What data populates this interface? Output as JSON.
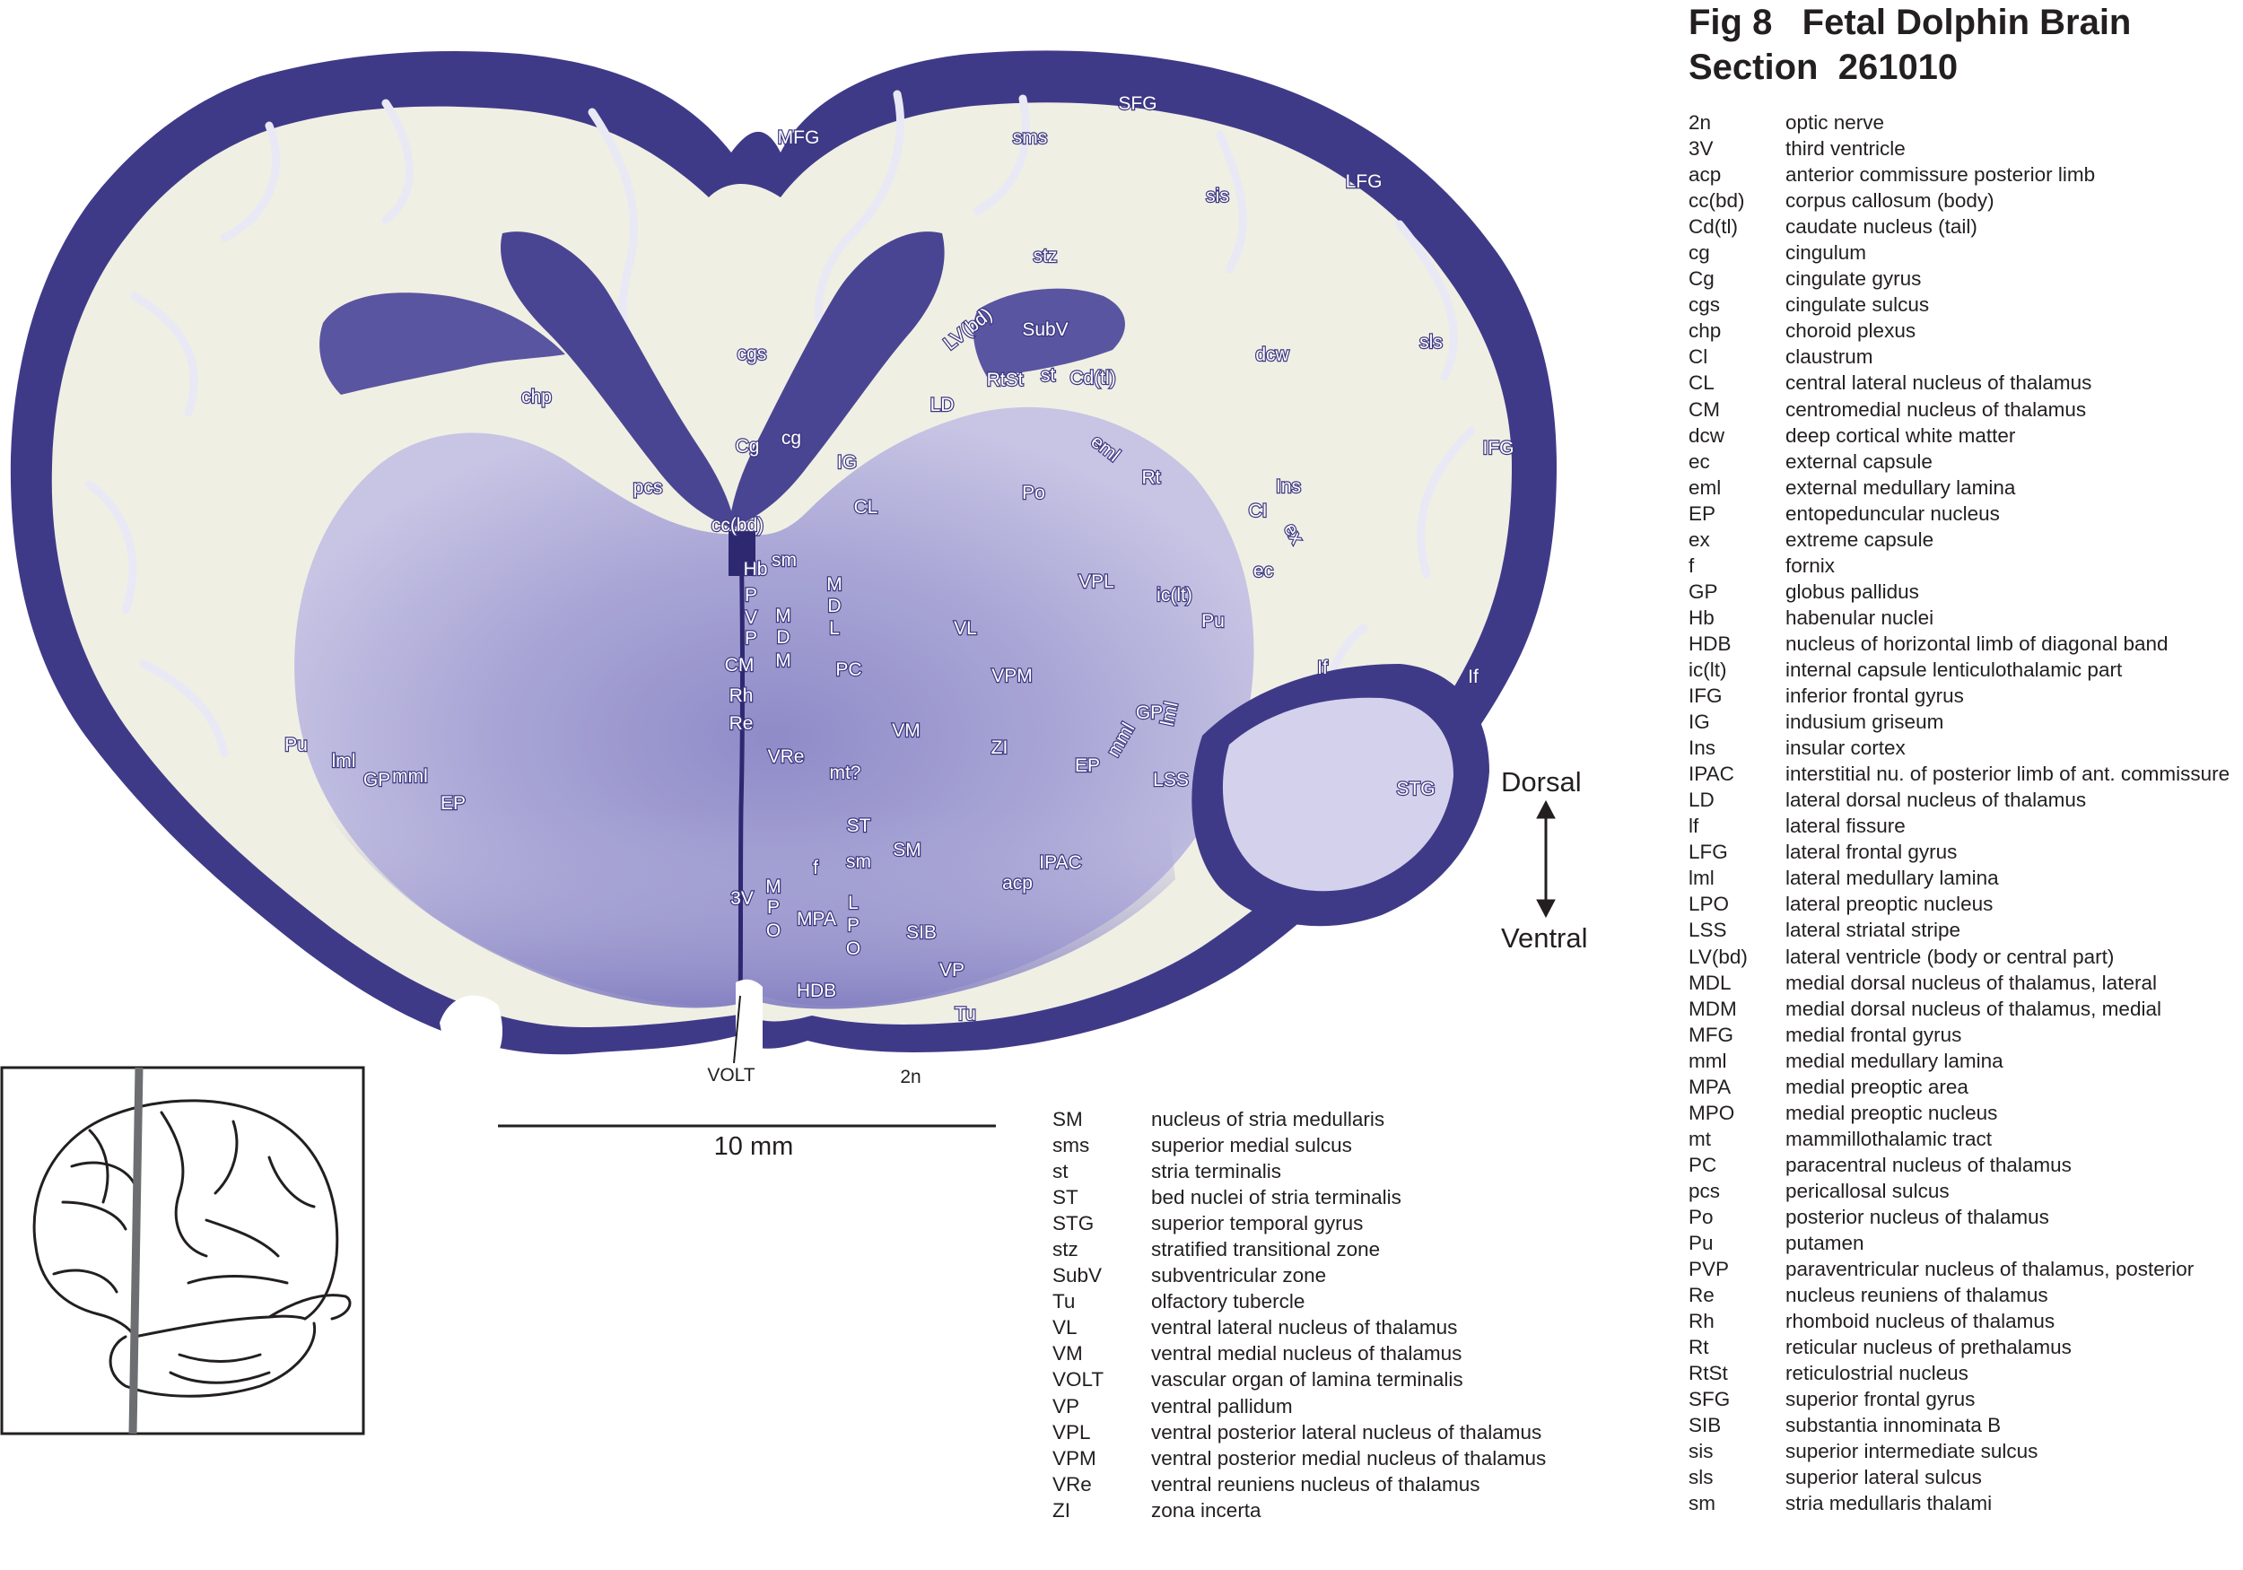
{
  "title": {
    "line1": "Fig 8   Fetal Dolphin Brain",
    "line2": "Section  261010"
  },
  "orientation": {
    "dorsal": "Dorsal",
    "ventral": "Ventral"
  },
  "scale_bar": {
    "label": "10 mm"
  },
  "colors": {
    "stain_dark": "#3b3680",
    "stain_mid": "#8a86c4",
    "stain_light": "#c9c6e6",
    "white_matter": "#efeee3"
  },
  "section_labels": [
    "MFG",
    "sms",
    "SFG",
    "sis",
    "LFG",
    "stz",
    "cgs",
    "LV(bd)",
    "SubV",
    "dcw",
    "sls",
    "chp",
    "RtSt",
    "st",
    "Cd(tl)",
    "LD",
    "cg",
    "Cg",
    "IG",
    "eml",
    "Rt",
    "IFG",
    "pcs",
    "Po",
    "Ins",
    "CL",
    "CI",
    "ex",
    "cc(bd)",
    "sm",
    "Hb",
    "P",
    "V",
    "P",
    "M",
    "D",
    "L",
    "M",
    "D",
    "M",
    "VPL",
    "ic(lt)",
    "ec",
    "Pu",
    "VL",
    "CM",
    "PC",
    "VPM",
    "Rh",
    "If",
    "If",
    "Re",
    "VM",
    "GP",
    "lml",
    "mml",
    "ZI",
    "VRe",
    "EP",
    "Pu",
    "lml",
    "GP",
    "mml",
    "EP",
    "mt?",
    "LSS",
    "STG",
    "ST",
    "SM",
    "sm",
    "f",
    "IPAC",
    "acp",
    "M",
    "P",
    "O",
    "3V",
    "MPA",
    "L",
    "P",
    "O",
    "SIB",
    "VP",
    "HDB",
    "Tu",
    "VOLT",
    "2n"
  ],
  "legend_right": [
    {
      "abbr": "2n",
      "desc": "optic nerve"
    },
    {
      "abbr": "3V",
      "desc": "third ventricle"
    },
    {
      "abbr": "acp",
      "desc": "anterior commissure posterior limb"
    },
    {
      "abbr": "cc(bd)",
      "desc": "corpus callosum (body)"
    },
    {
      "abbr": "Cd(tl)",
      "desc": "caudate nucleus (tail)"
    },
    {
      "abbr": "cg",
      "desc": "cingulum"
    },
    {
      "abbr": "Cg",
      "desc": "cingulate gyrus"
    },
    {
      "abbr": "cgs",
      "desc": "cingulate sulcus"
    },
    {
      "abbr": "chp",
      "desc": "choroid plexus"
    },
    {
      "abbr": "Cl",
      "desc": "claustrum"
    },
    {
      "abbr": "CL",
      "desc": "central lateral nucleus of thalamus"
    },
    {
      "abbr": "CM",
      "desc": "centromedial nucleus of thalamus"
    },
    {
      "abbr": "dcw",
      "desc": "deep cortical white matter"
    },
    {
      "abbr": "ec",
      "desc": "external capsule"
    },
    {
      "abbr": "eml",
      "desc": "external medullary lamina"
    },
    {
      "abbr": "EP",
      "desc": "entopeduncular nucleus"
    },
    {
      "abbr": "ex",
      "desc": "extreme capsule"
    },
    {
      "abbr": "f",
      "desc": "fornix"
    },
    {
      "abbr": "GP",
      "desc": "globus pallidus"
    },
    {
      "abbr": "Hb",
      "desc": "habenular nuclei"
    },
    {
      "abbr": "HDB",
      "desc": "nucleus of horizontal limb of diagonal band"
    },
    {
      "abbr": "ic(lt)",
      "desc": "internal capsule lenticulothalamic part"
    },
    {
      "abbr": "IFG",
      "desc": "inferior frontal gyrus"
    },
    {
      "abbr": "IG",
      "desc": "indusium griseum"
    },
    {
      "abbr": "Ins",
      "desc": "insular cortex"
    },
    {
      "abbr": "IPAC",
      "desc": "interstitial nu. of posterior limb of ant. commissure"
    },
    {
      "abbr": "LD",
      "desc": "lateral dorsal nucleus of thalamus"
    },
    {
      "abbr": "lf",
      "desc": "lateral fissure"
    },
    {
      "abbr": "LFG",
      "desc": "lateral frontal gyrus"
    },
    {
      "abbr": "lml",
      "desc": "lateral medullary lamina"
    },
    {
      "abbr": "LPO",
      "desc": "lateral preoptic nucleus"
    },
    {
      "abbr": "LSS",
      "desc": "lateral striatal stripe"
    },
    {
      "abbr": "LV(bd)",
      "desc": "lateral ventricle (body or central part)"
    },
    {
      "abbr": "MDL",
      "desc": "medial dorsal nucleus of thalamus, lateral"
    },
    {
      "abbr": "MDM",
      "desc": "medial dorsal nucleus of thalamus, medial"
    },
    {
      "abbr": "MFG",
      "desc": "medial frontal gyrus"
    },
    {
      "abbr": "mml",
      "desc": "medial medullary lamina"
    },
    {
      "abbr": "MPA",
      "desc": "medial preoptic area"
    },
    {
      "abbr": "MPO",
      "desc": "medial preoptic nucleus"
    },
    {
      "abbr": "mt",
      "desc": "mammillothalamic tract"
    },
    {
      "abbr": "PC",
      "desc": "paracentral nucleus of thalamus"
    },
    {
      "abbr": "pcs",
      "desc": "pericallosal sulcus"
    },
    {
      "abbr": "Po",
      "desc": "posterior nucleus of thalamus"
    },
    {
      "abbr": "Pu",
      "desc": "putamen"
    },
    {
      "abbr": "PVP",
      "desc": "paraventricular nucleus of thalamus, posterior"
    },
    {
      "abbr": "Re",
      "desc": "nucleus reuniens of thalamus"
    },
    {
      "abbr": "Rh",
      "desc": "rhomboid nucleus of thalamus"
    },
    {
      "abbr": "Rt",
      "desc": "reticular nucleus of prethalamus"
    },
    {
      "abbr": "RtSt",
      "desc": "reticulostrial nucleus"
    },
    {
      "abbr": "SFG",
      "desc": "superior frontal gyrus"
    },
    {
      "abbr": "SIB",
      "desc": "substantia innominata B"
    },
    {
      "abbr": "sis",
      "desc": "superior intermediate sulcus"
    },
    {
      "abbr": "sls",
      "desc": "superior lateral sulcus"
    },
    {
      "abbr": "sm",
      "desc": "stria medullaris thalami"
    }
  ],
  "legend_bottom": [
    {
      "abbr": "SM",
      "desc": "nucleus of stria medullaris"
    },
    {
      "abbr": "sms",
      "desc": "superior medial sulcus"
    },
    {
      "abbr": "st",
      "desc": "stria terminalis"
    },
    {
      "abbr": "ST",
      "desc": "bed nuclei of stria terminalis"
    },
    {
      "abbr": "STG",
      "desc": "superior temporal gyrus"
    },
    {
      "abbr": "stz",
      "desc": "stratified transitional zone"
    },
    {
      "abbr": "SubV",
      "desc": "subventricular zone"
    },
    {
      "abbr": "Tu",
      "desc": "olfactory tubercle"
    },
    {
      "abbr": "VL",
      "desc": "ventral lateral nucleus of thalamus"
    },
    {
      "abbr": "VM",
      "desc": "ventral medial nucleus of thalamus"
    },
    {
      "abbr": "VOLT",
      "desc": "vascular organ of lamina terminalis"
    },
    {
      "abbr": "VP",
      "desc": "ventral pallidum"
    },
    {
      "abbr": "VPL",
      "desc": "ventral posterior lateral nucleus of thalamus"
    },
    {
      "abbr": "VPM",
      "desc": "ventral posterior medial nucleus of thalamus"
    },
    {
      "abbr": "VRe",
      "desc": "ventral reuniens nucleus of thalamus"
    },
    {
      "abbr": "ZI",
      "desc": "zona incerta"
    }
  ]
}
